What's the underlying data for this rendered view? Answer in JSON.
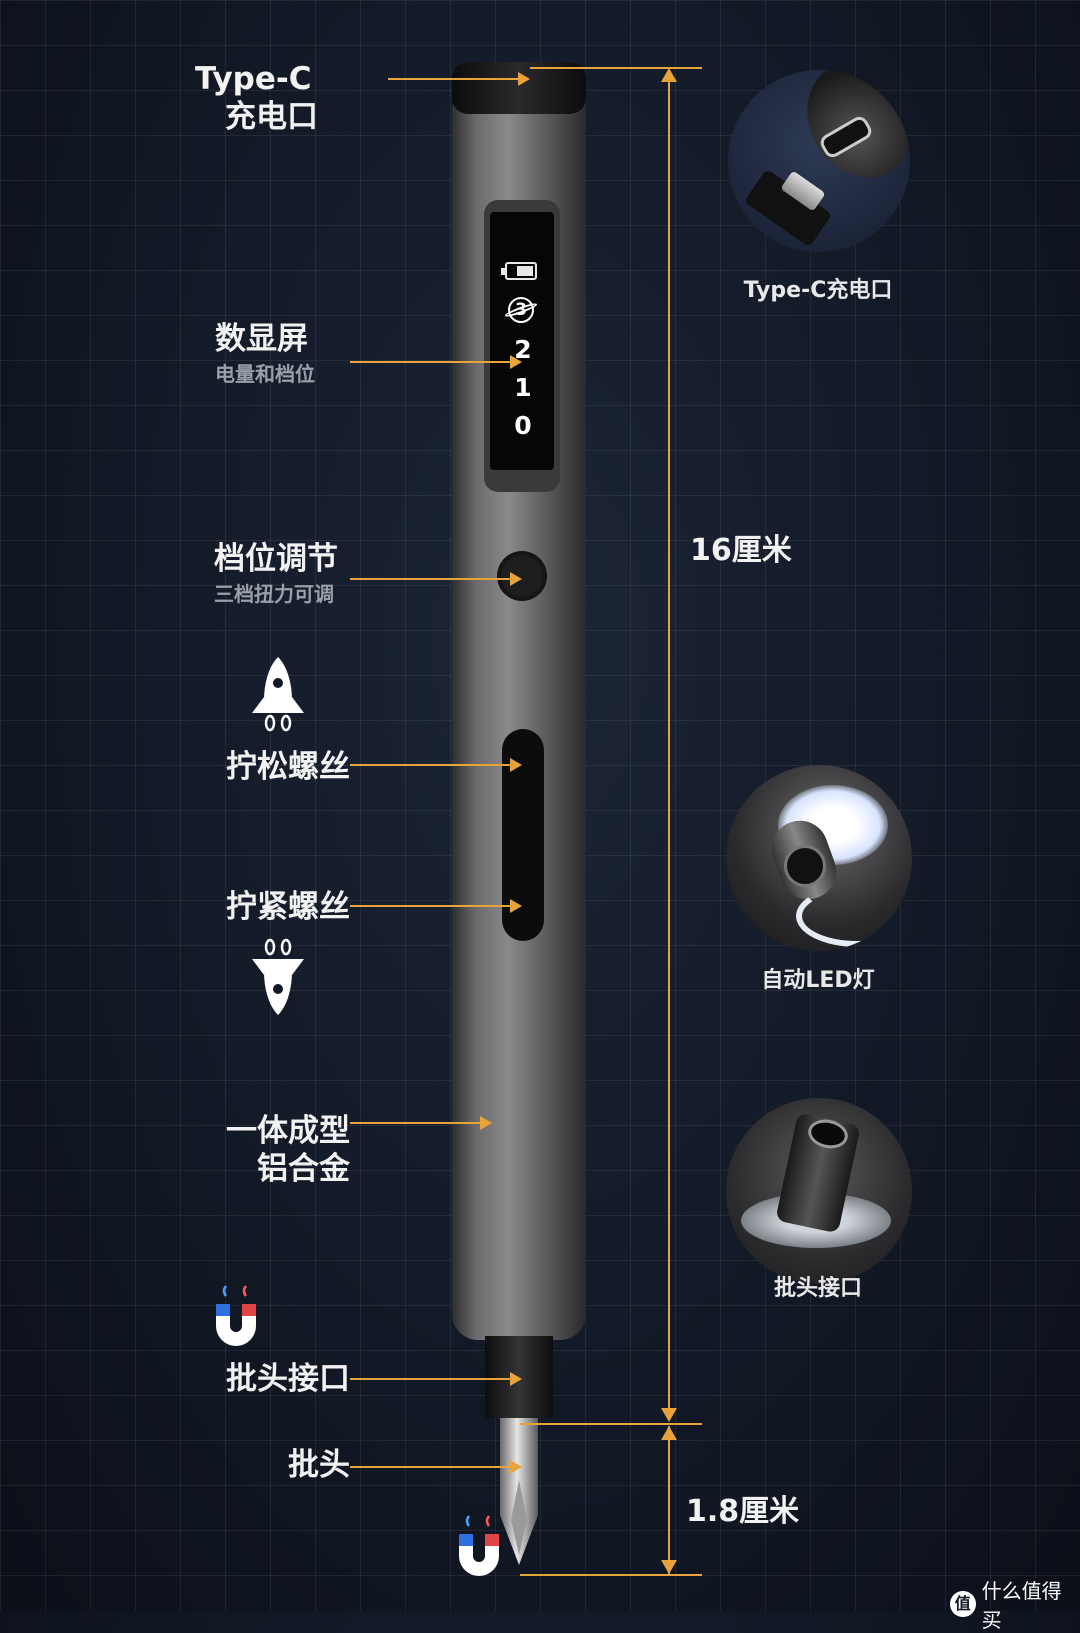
{
  "labels": {
    "type_c_line1": "Type-C",
    "type_c_line2": "充电口",
    "display": "数显屏",
    "display_sub": "电量和档位",
    "gear": "档位调节",
    "gear_sub": "三档扭力可调",
    "loosen": "拧松螺丝",
    "tighten": "拧紧螺丝",
    "body_line1": "一体成型",
    "body_line2": "铝合金",
    "bit_socket": "批头接口",
    "bit": "批头"
  },
  "screen": {
    "gear_current": "3",
    "levels": [
      "2",
      "1",
      "0"
    ]
  },
  "dimensions": {
    "body_length": "16厘米",
    "bit_length": "1.8厘米"
  },
  "detail_captions": {
    "charging_port": "Type-C充电口",
    "led": "自动LED灯",
    "bit_socket": "批头接口"
  },
  "watermark": "什么值得买",
  "colors": {
    "accent": "#e8a33a",
    "background": "#121926",
    "body": "#5a5a5c"
  },
  "icons": [
    "rocket-up-icon",
    "rocket-down-icon",
    "magnet-icon",
    "battery-icon"
  ]
}
